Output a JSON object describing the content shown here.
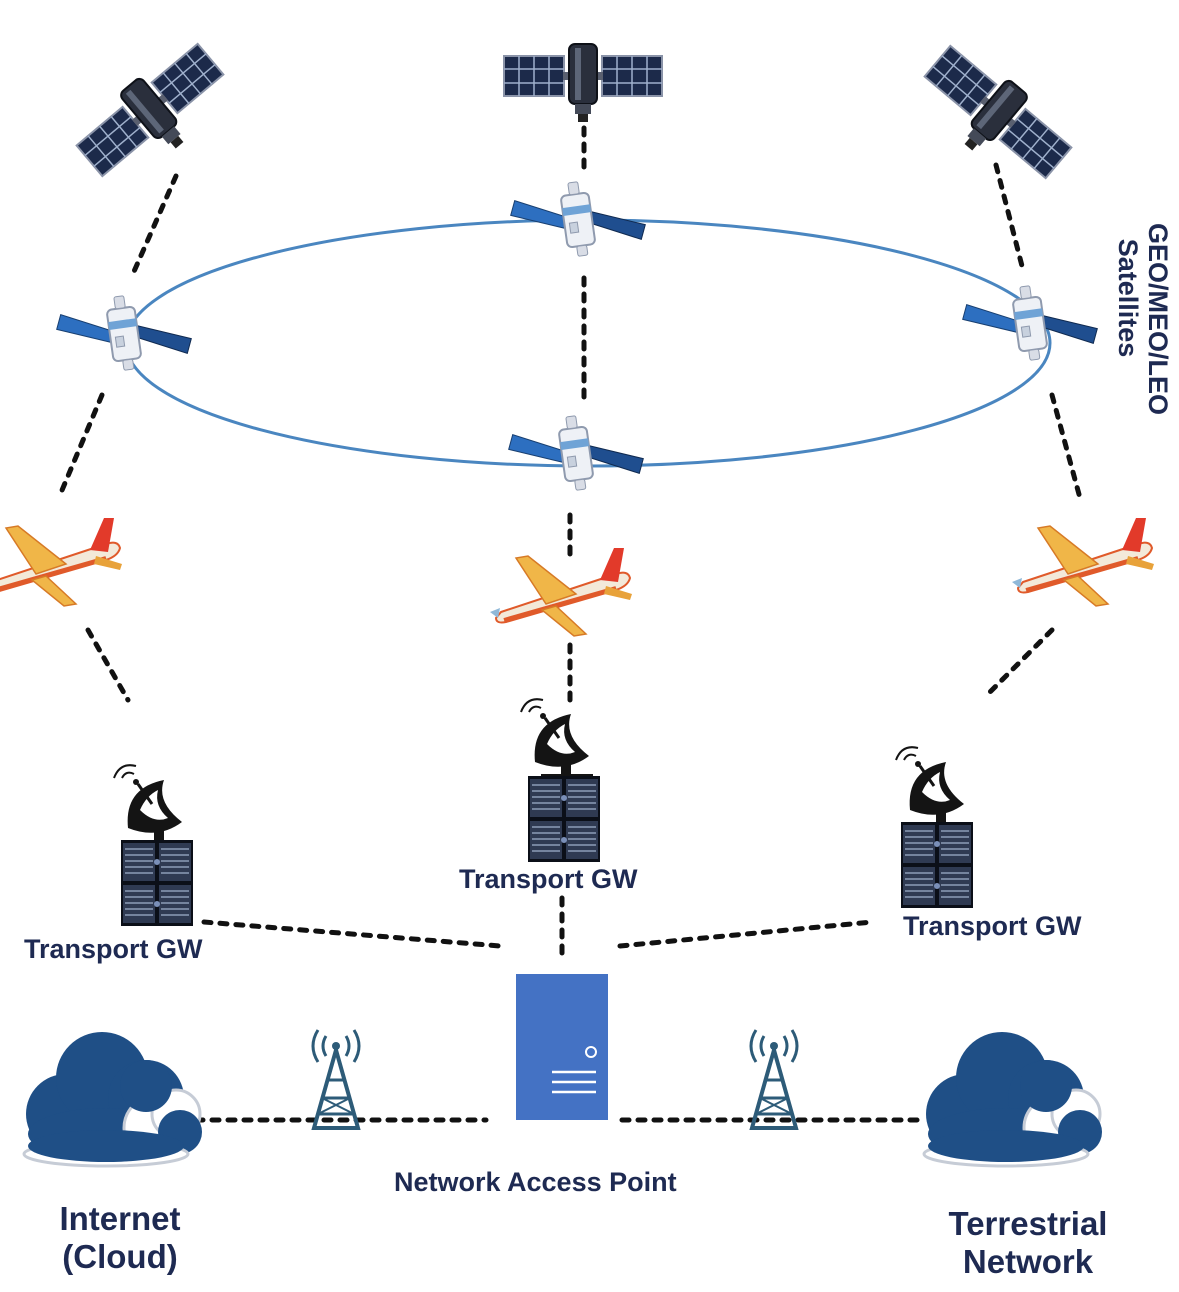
{
  "labels": {
    "orbit_label_line1": "GEO/MEO/LEO",
    "orbit_label_line2": "Satellites",
    "gw_left": "Transport GW",
    "gw_center": "Transport GW",
    "gw_right": "Transport GW",
    "access_point": "Network Access Point",
    "internet_line1": "Internet",
    "internet_line2": "(Cloud)",
    "terrestrial_line1": "Terrestrial",
    "terrestrial_line2": "Network"
  },
  "colors": {
    "text": "#1e2a52",
    "orbit": "#4a86c0",
    "server": "#4472c4",
    "cloud": "#1f4f86",
    "tower": "#2d5b78",
    "panel": "#1c2a4a",
    "link": "#111111"
  },
  "icons": {
    "geo_satellite": "satellite-icon",
    "leo_satellite": "leo-satellite-icon",
    "airplane": "airplane-icon",
    "dish": "satellite-dish-icon",
    "rack": "server-rack-icon",
    "server": "server-icon",
    "tower": "cell-tower-icon",
    "cloud": "cloud-icon"
  }
}
